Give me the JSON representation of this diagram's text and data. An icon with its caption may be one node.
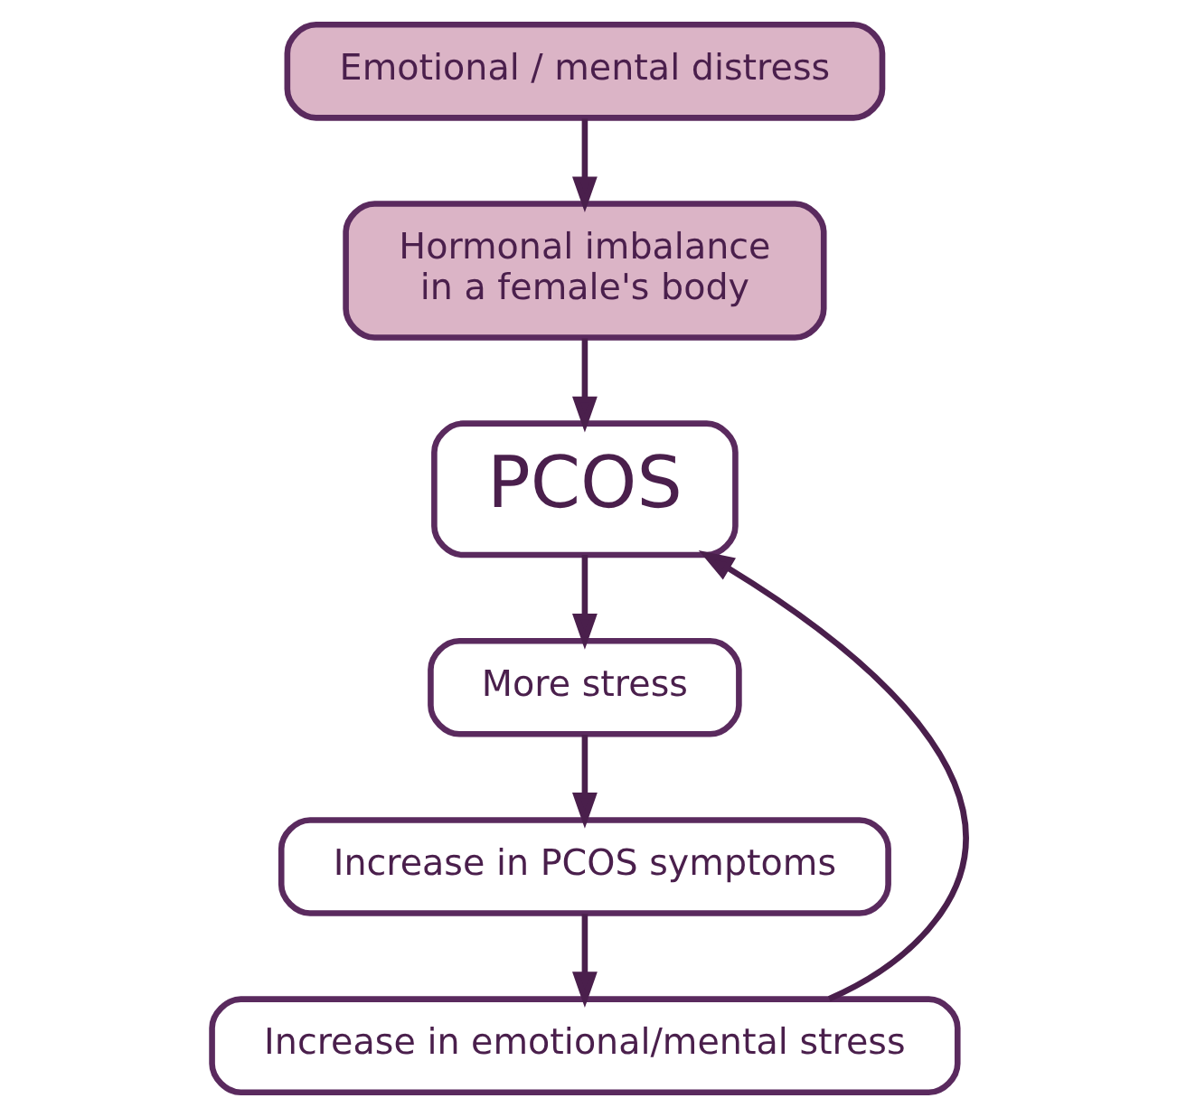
{
  "diagram": {
    "nodes": [
      {
        "text": [
          "Emotional / mental distress"
        ]
      },
      {
        "text": [
          "Hormonal imbalance",
          "in a female's body"
        ]
      },
      {
        "text": [
          "PCOS"
        ]
      },
      {
        "text": [
          "More stress"
        ]
      },
      {
        "text": [
          "Increase in PCOS symptoms"
        ]
      },
      {
        "text": [
          "Increase in emotional/mental stress"
        ]
      }
    ],
    "edges": [
      {
        "from": 0,
        "to": 1,
        "arrow": "to"
      },
      {
        "from": 1,
        "to": 2,
        "arrow": "to"
      },
      {
        "from": 2,
        "to": 3,
        "arrow": "to"
      },
      {
        "from": 3,
        "to": 4,
        "arrow": "to"
      },
      {
        "from": 4,
        "to": 5,
        "arrow": "to"
      },
      {
        "from": 5,
        "to": 2,
        "arrow": "to"
      }
    ]
  }
}
